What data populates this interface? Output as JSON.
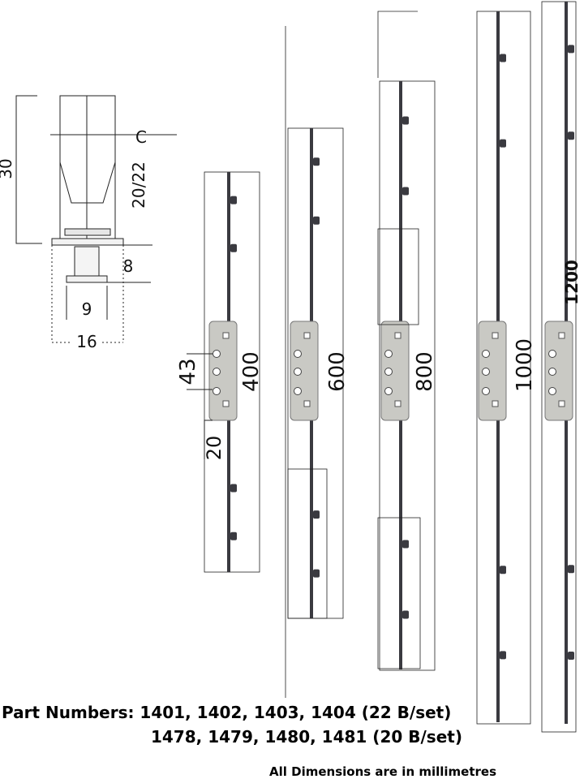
{
  "detail_dimensions": {
    "height_total": "30",
    "centre_mark": "C",
    "backset": "20/22",
    "flange": "8",
    "pin_width": "9",
    "base_width": "16"
  },
  "gearbox_dimensions": {
    "spacing": "43",
    "offset": "20"
  },
  "rod_lengths": [
    "400",
    "600",
    "800",
    "1000",
    "1200"
  ],
  "captions": {
    "part_numbers_line1": "Part Numbers: 1401, 1402, 1403, 1404 (22 B/set)",
    "part_numbers_line2": "1478, 1479, 1480, 1481 (20 B/set)",
    "units_note": "All Dimensions are in millimetres"
  },
  "colors": {
    "line": "#222222",
    "rod": "#3a3a40",
    "gearbox": "#c9c9c4"
  }
}
